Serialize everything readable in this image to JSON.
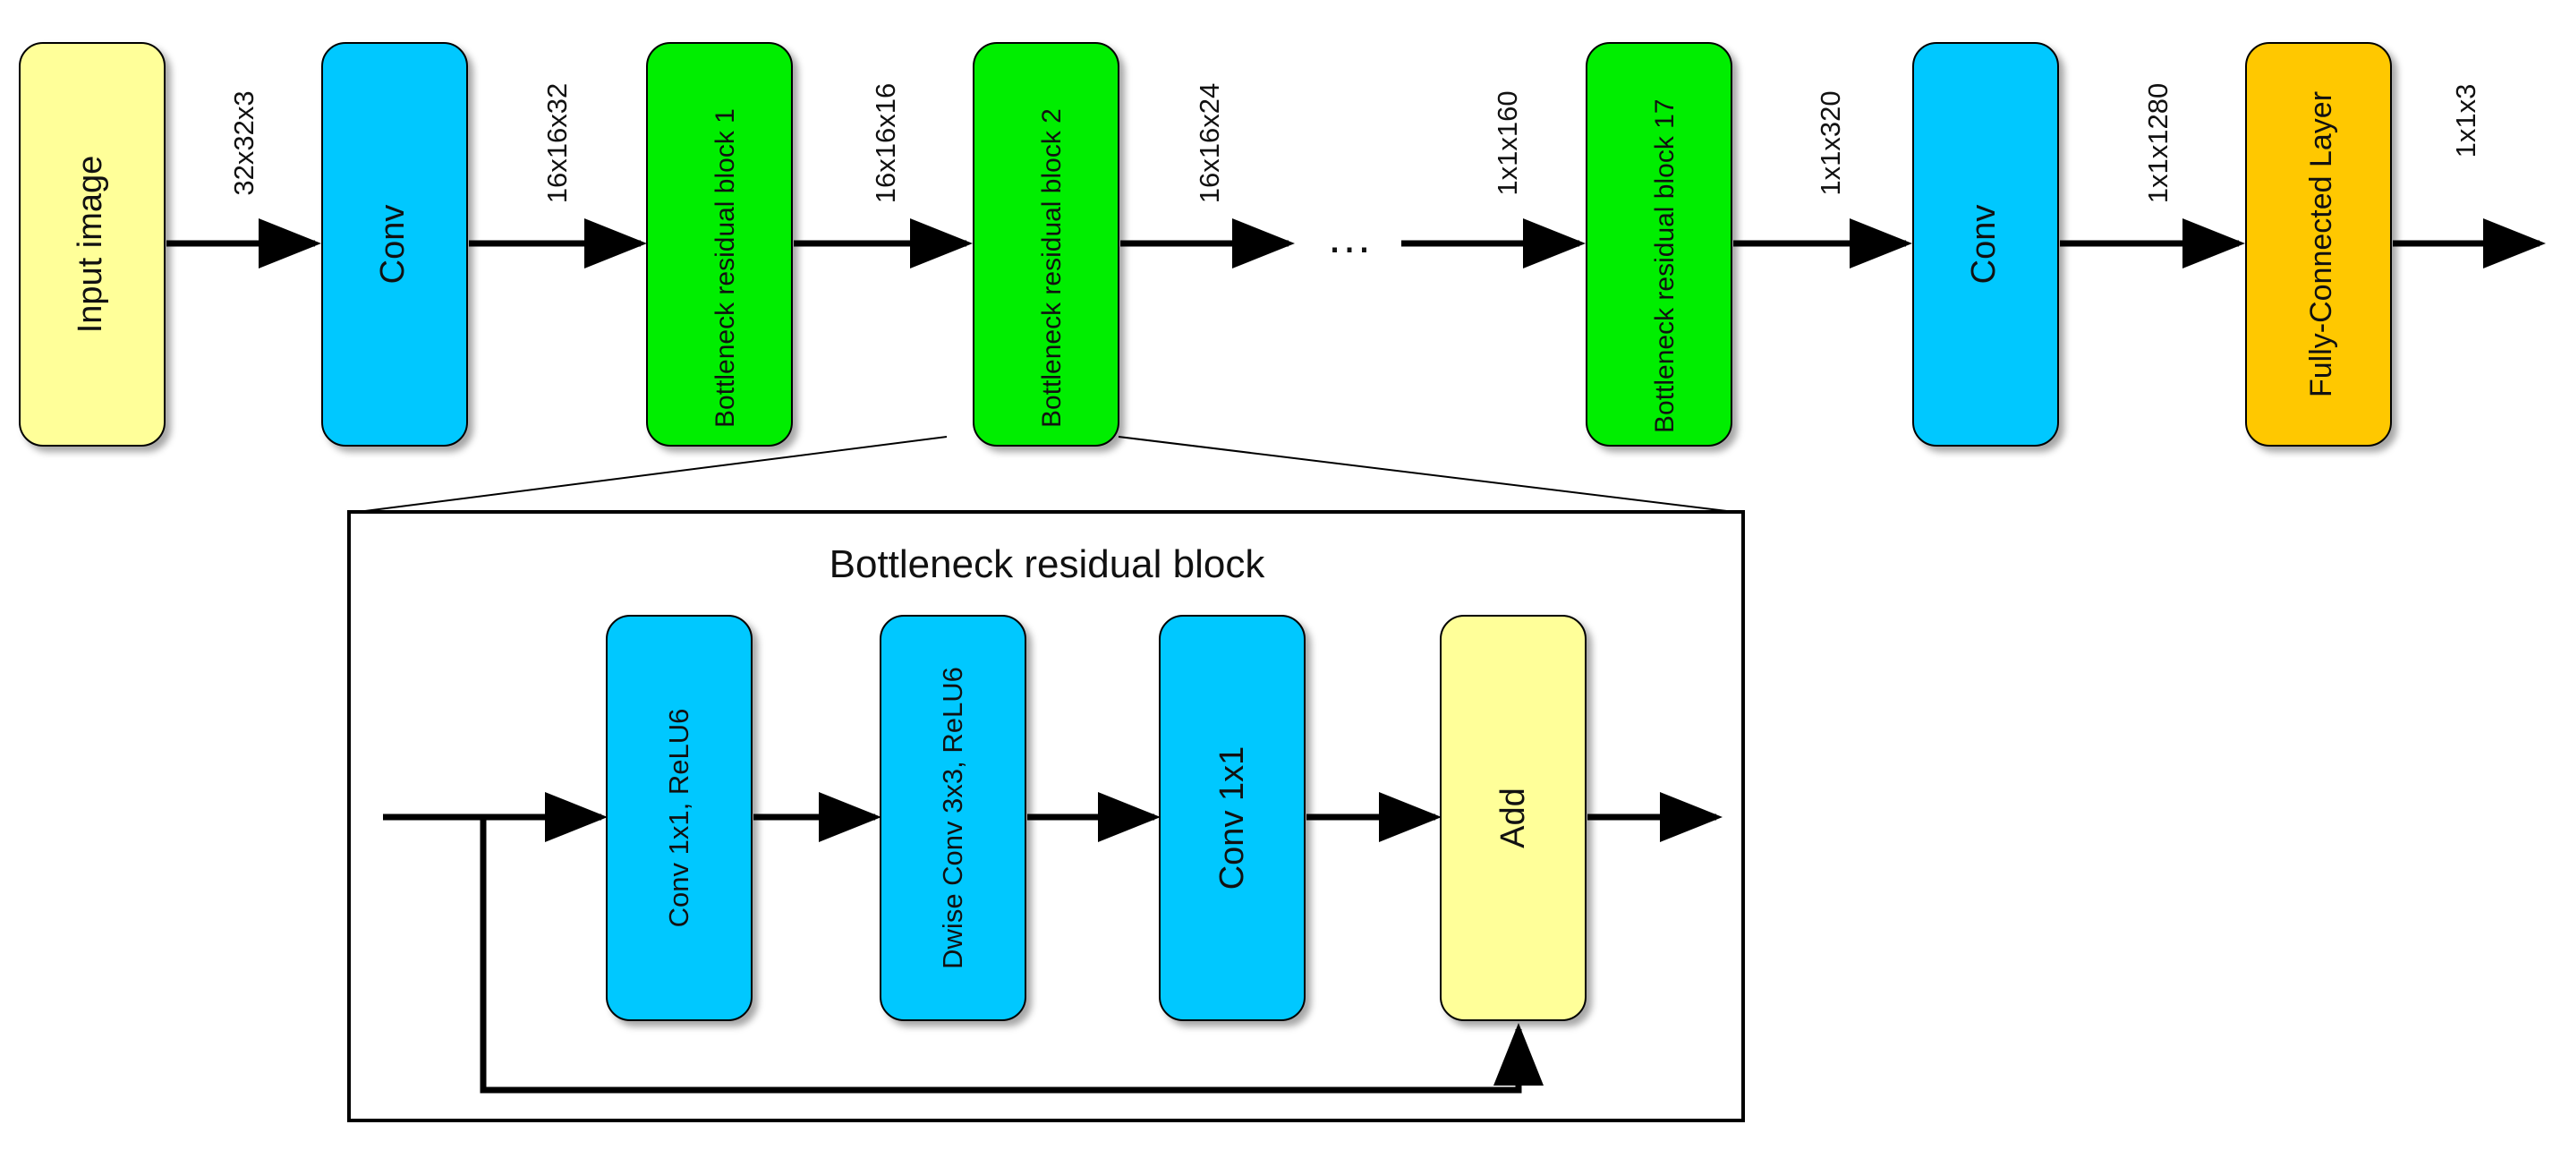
{
  "colors": {
    "conv": "#00c8ff",
    "bottleneck": "#00ee00",
    "input": "#ffff99",
    "fc": "#ffc800",
    "add": "#ffff99",
    "stroke": "#000000"
  },
  "pipeline": {
    "input_image": "Input image",
    "conv_1": "Conv",
    "bottleneck_1": "Bottleneck residual block 1",
    "bottleneck_2": "Bottleneck residual block 2",
    "ellipsis": "…",
    "bottleneck_17": "Bottleneck residual block 17",
    "conv_2": "Conv",
    "fully_connected": "Fully-Connected Layer"
  },
  "dims": {
    "d1": "32x32x3",
    "d2": "16x16x32",
    "d3": "16x16x16",
    "d4": "16x16x24",
    "d5": "1x1x160",
    "d6": "1x1x320",
    "d7": "1x1x1280",
    "d8": "1x1x3"
  },
  "detail": {
    "title": "Bottleneck residual block",
    "conv1x1_relu6": "Conv 1x1, ReLU6",
    "dwise_conv": "Dwise Conv 3x3, ReLU6",
    "conv1x1": "Conv 1x1",
    "add": "Add"
  }
}
